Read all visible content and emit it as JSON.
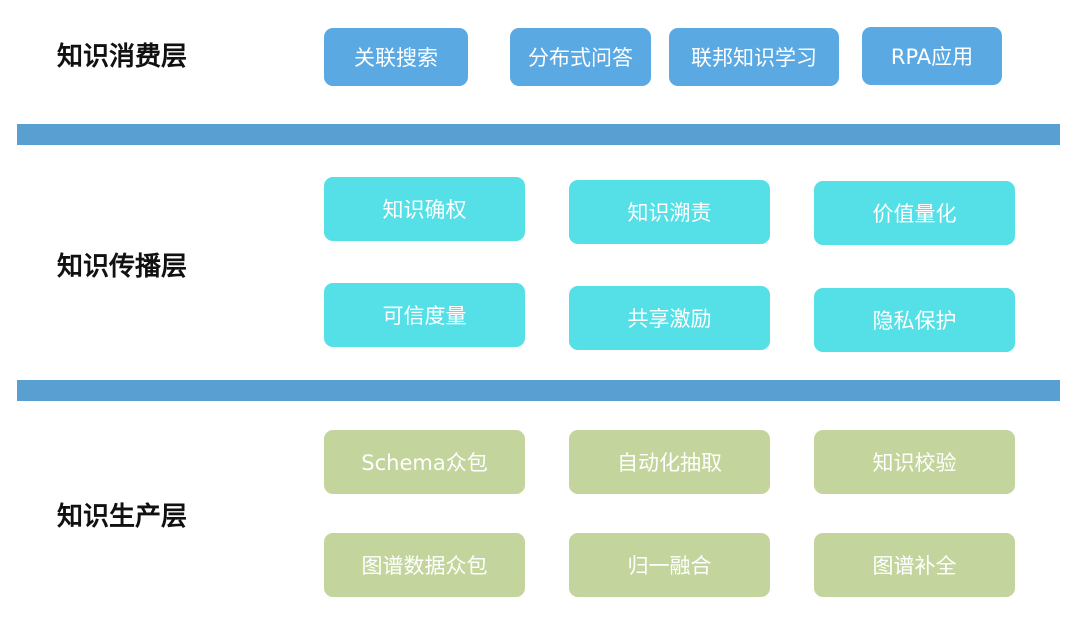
{
  "layers": {
    "consumption": {
      "title": "知识消费层",
      "items": [
        "关联搜索",
        "分布式问答",
        "联邦知识学习",
        "RPA应用"
      ]
    },
    "propagation": {
      "title": "知识传播层",
      "items": [
        "知识确权",
        "知识溯责",
        "价值量化",
        "可信度量",
        "共享激励",
        "隐私保护"
      ]
    },
    "production": {
      "title": "知识生产层",
      "items": [
        "Schema众包",
        "自动化抽取",
        "知识校验",
        "图谱数据众包",
        "归一融合",
        "图谱补全"
      ]
    }
  },
  "colors": {
    "separator": "#5a9fd2",
    "consumption_box": "#5aa9e3",
    "propagation_box": "#54e0e6",
    "production_box": "#c3d59c"
  }
}
